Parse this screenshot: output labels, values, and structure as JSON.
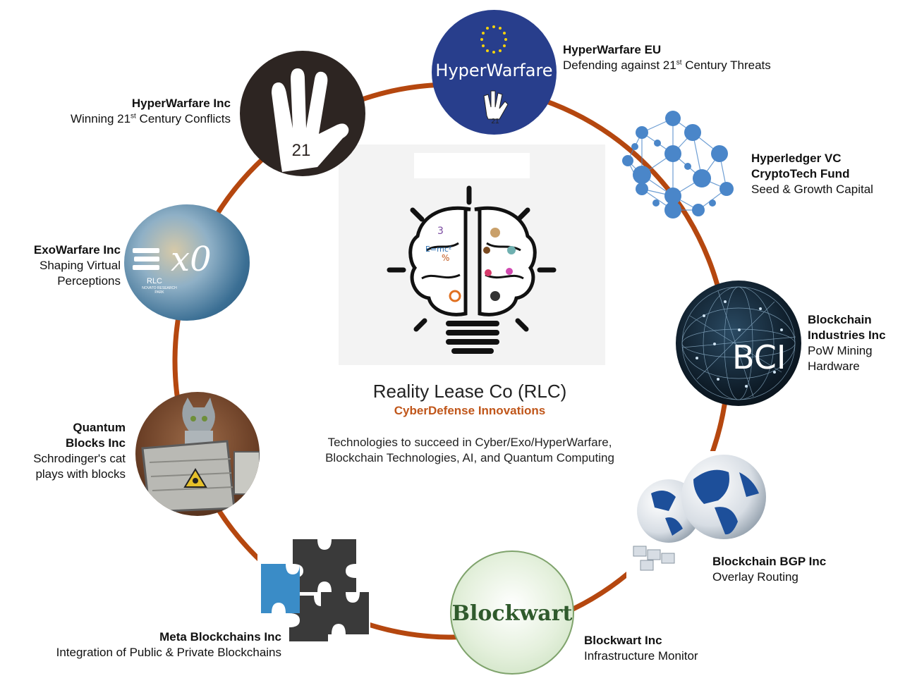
{
  "colors": {
    "ring": "#b5470f",
    "accent_orange": "#c0561a",
    "eu_blue": "#283e8c",
    "node_blue": "#4a86c9",
    "blockwart_green": "#2f5a2c",
    "dark_brown": "#2d2522"
  },
  "center": {
    "title": "Reality Lease Co (RLC)",
    "subtitle": "CyberDefense Innovations",
    "desc_line1": "Technologies to succeed in Cyber/Exo/HyperWarfare,",
    "desc_line2": "Blockchain Technologies, AI, and Quantum Computing",
    "brain_formula_top": "3",
    "brain_formula": "E=mc²",
    "brain_percent": "%"
  },
  "nodes": {
    "hyperwarfare_eu": {
      "name": "HyperWarfare EU",
      "desc_pre": "Defending against 21",
      "desc_sup": "st",
      "desc_post": " Century Threats",
      "logo_text": "HyperWarfare",
      "badge": "21"
    },
    "hyperwarfare_inc": {
      "name": "HyperWarfare Inc",
      "desc_pre": "Winning 21",
      "desc_sup": "st",
      "desc_post": " Century Conflicts",
      "badge": "21"
    },
    "hyperledger": {
      "name_line1": "Hyperledger VC",
      "name_line2": "CryptoTech Fund",
      "desc": "Seed & Growth Capital"
    },
    "exowarfare": {
      "name": "ExoWarfare Inc",
      "desc_line1": "Shaping Virtual",
      "desc_line2": "Perceptions",
      "logo_text": "x0",
      "logo_small": "RLC",
      "logo_tiny": "NOVATO RESEARCH PARK"
    },
    "bci": {
      "name_line1": "Blockchain",
      "name_line2": "Industries Inc",
      "desc_line1": "PoW Mining",
      "desc_line2": "Hardware",
      "logo_text": "BCI"
    },
    "quantum": {
      "name_line1": "Quantum",
      "name_line2": "Blocks Inc",
      "desc_line1": "Schrodinger's cat",
      "desc_line2": "plays with blocks"
    },
    "bgp": {
      "name": "Blockchain BGP Inc",
      "desc": "Overlay Routing"
    },
    "meta": {
      "name": "Meta Blockchains Inc",
      "desc": "Integration of Public & Private Blockchains"
    },
    "blockwart": {
      "name": "Blockwart Inc",
      "desc": "Infrastructure Monitor",
      "logo_text": "Blockwart"
    }
  }
}
